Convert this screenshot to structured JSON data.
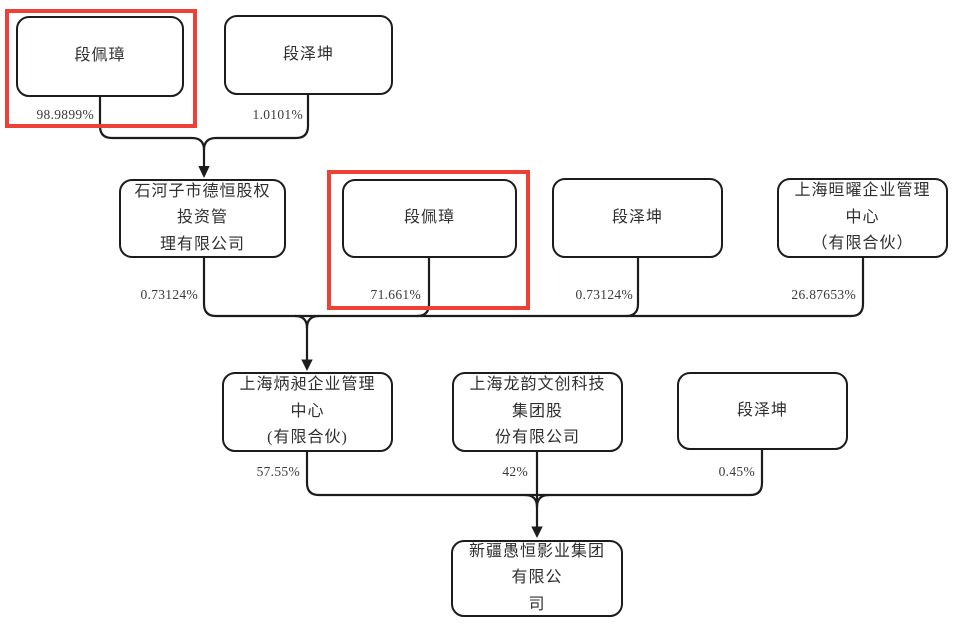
{
  "diagram_type": "equity-ownership-structure",
  "colors": {
    "highlight_frame": "#ee4037",
    "line": "#1c1c1c",
    "box_border": "#1c1c1c",
    "box_fill": "#ffffff",
    "text": "#2f2f2f"
  },
  "nodes": {
    "r1_duan_peizhang": {
      "label": "段佩璋",
      "ownership": "98.9899%",
      "highlighted": true
    },
    "r1_duan_zekun": {
      "label": "段泽坤",
      "ownership": "1.0101%",
      "highlighted": false
    },
    "r2_shihezi_deheng": {
      "label": "石河子市德恒股权投资管\n理有限公司",
      "ownership": "0.73124%",
      "highlighted": false
    },
    "r2_duan_peizhang": {
      "label": "段佩璋",
      "ownership": "71.661%",
      "highlighted": true
    },
    "r2_duan_zekun": {
      "label": "段泽坤",
      "ownership": "0.73124%",
      "highlighted": false
    },
    "r2_shanghai_xuanyao": {
      "label": "上海晅曜企业管理中心\n（有限合伙）",
      "ownership": "26.87653%",
      "highlighted": false
    },
    "r3_shanghai_bingchang": {
      "label": "上海炳昶企业管理中心\n(有限合伙)",
      "ownership": "57.55%",
      "highlighted": false
    },
    "r3_shanghai_longyun": {
      "label": "上海龙韵文创科技集团股\n份有限公司",
      "ownership": "42%",
      "highlighted": false
    },
    "r3_duan_zekun": {
      "label": "段泽坤",
      "ownership": "0.45%",
      "highlighted": false
    },
    "r4_xinjiang_yuheng": {
      "label": "新疆愚恒影业集团有限公\n司"
    }
  },
  "edges": [
    {
      "from": "r1_duan_peizhang",
      "to": "r2_shihezi_deheng",
      "percent": "98.9899%"
    },
    {
      "from": "r1_duan_zekun",
      "to": "r2_shihezi_deheng",
      "percent": "1.0101%"
    },
    {
      "from": "r2_shihezi_deheng",
      "to": "r3_shanghai_bingchang",
      "percent": "0.73124%"
    },
    {
      "from": "r2_duan_peizhang",
      "to": "r3_shanghai_bingchang",
      "percent": "71.661%"
    },
    {
      "from": "r2_duan_zekun",
      "to": "r3_shanghai_bingchang",
      "percent": "0.73124%"
    },
    {
      "from": "r2_shanghai_xuanyao",
      "to": "r3_shanghai_bingchang",
      "percent": "26.87653%"
    },
    {
      "from": "r3_shanghai_bingchang",
      "to": "r4_xinjiang_yuheng",
      "percent": "57.55%"
    },
    {
      "from": "r3_shanghai_longyun",
      "to": "r4_xinjiang_yuheng",
      "percent": "42%"
    },
    {
      "from": "r3_duan_zekun",
      "to": "r4_xinjiang_yuheng",
      "percent": "0.45%"
    }
  ]
}
